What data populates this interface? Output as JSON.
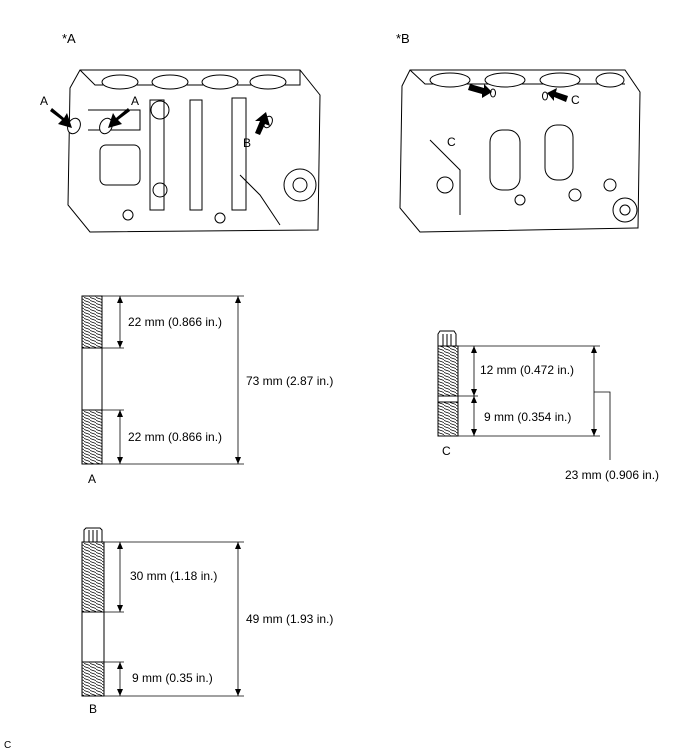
{
  "panel_a": {
    "label": "*A",
    "callouts": {
      "left": "A",
      "right": "A",
      "b": "B"
    }
  },
  "panel_b": {
    "label": "*B",
    "callouts": {
      "c_left": "C",
      "c_right": "C"
    }
  },
  "stud_a": {
    "name": "A",
    "top_thread": "22 mm (0.866 in.)",
    "bottom_thread": "22 mm (0.866 in.)",
    "overall": "73 mm (2.87 in.)"
  },
  "stud_b": {
    "name": "B",
    "top_thread": "30 mm (1.18 in.)",
    "bottom_thread": "9 mm (0.35 in.)",
    "overall": "49 mm (1.93 in.)"
  },
  "stud_c": {
    "name": "C",
    "top_thread": "12 mm (0.472 in.)",
    "bottom_thread": "9 mm (0.354 in.)",
    "overall": "23 mm (0.906 in.)"
  },
  "footer": {
    "code": "C"
  }
}
